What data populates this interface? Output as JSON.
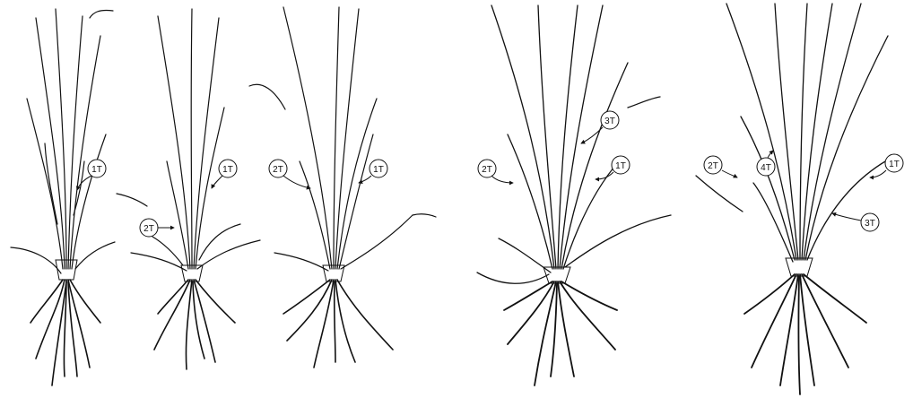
{
  "figure": {
    "plants": [
      {
        "id": "plant-1",
        "tillers": [
          {
            "label": "1T"
          }
        ]
      },
      {
        "id": "plant-2",
        "tillers": [
          {
            "label": "1T"
          },
          {
            "label": "2T"
          }
        ]
      },
      {
        "id": "plant-3",
        "tillers": [
          {
            "label": "2T"
          },
          {
            "label": "1T"
          }
        ]
      },
      {
        "id": "plant-4",
        "tillers": [
          {
            "label": "2T"
          },
          {
            "label": "3T"
          },
          {
            "label": "1T"
          }
        ]
      },
      {
        "id": "plant-5",
        "tillers": [
          {
            "label": "2T"
          },
          {
            "label": "4T"
          },
          {
            "label": "1T"
          },
          {
            "label": "3T"
          }
        ]
      }
    ]
  },
  "colors": {
    "ink": "#111111",
    "paper": "#ffffff"
  }
}
